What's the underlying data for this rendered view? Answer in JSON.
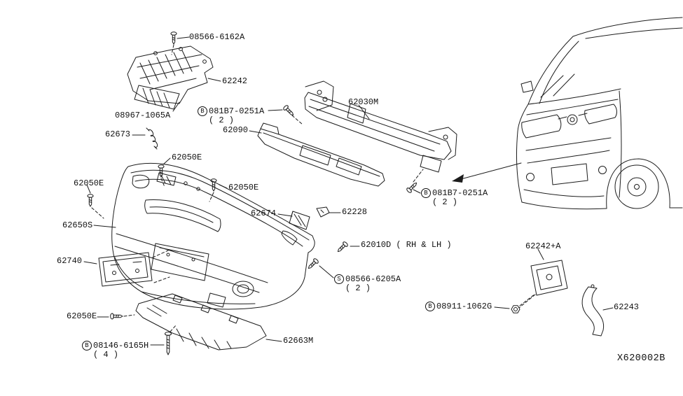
{
  "diagram": {
    "code": "X620002B"
  },
  "labels": [
    {
      "text": "08566-6162A"
    },
    {
      "text": "62242"
    },
    {
      "text": "08967-1065A"
    },
    {
      "prefix": "B",
      "text": "081B7-0251A",
      "sub": "( 2 )"
    },
    {
      "text": "62090"
    },
    {
      "text": "62673"
    },
    {
      "text": "62030M"
    },
    {
      "text": "62050E"
    },
    {
      "text": "62050E"
    },
    {
      "text": "62050E"
    },
    {
      "text": "62650S"
    },
    {
      "text": "62674"
    },
    {
      "text": "62228"
    },
    {
      "text": "62010D ( RH & LH )"
    },
    {
      "prefix": "B",
      "text": "081B7-0251A",
      "sub": "( 2 )"
    },
    {
      "text": "62740"
    },
    {
      "prefix": "S",
      "text": "08566-6205A",
      "sub": "( 2 )"
    },
    {
      "text": "62242+A"
    },
    {
      "prefix": "B",
      "text": "08911-1062G"
    },
    {
      "text": "62243"
    },
    {
      "text": "62050E"
    },
    {
      "text": "62663M"
    },
    {
      "prefix": "B",
      "text": "08146-6165H",
      "sub": "( 4 )"
    }
  ]
}
